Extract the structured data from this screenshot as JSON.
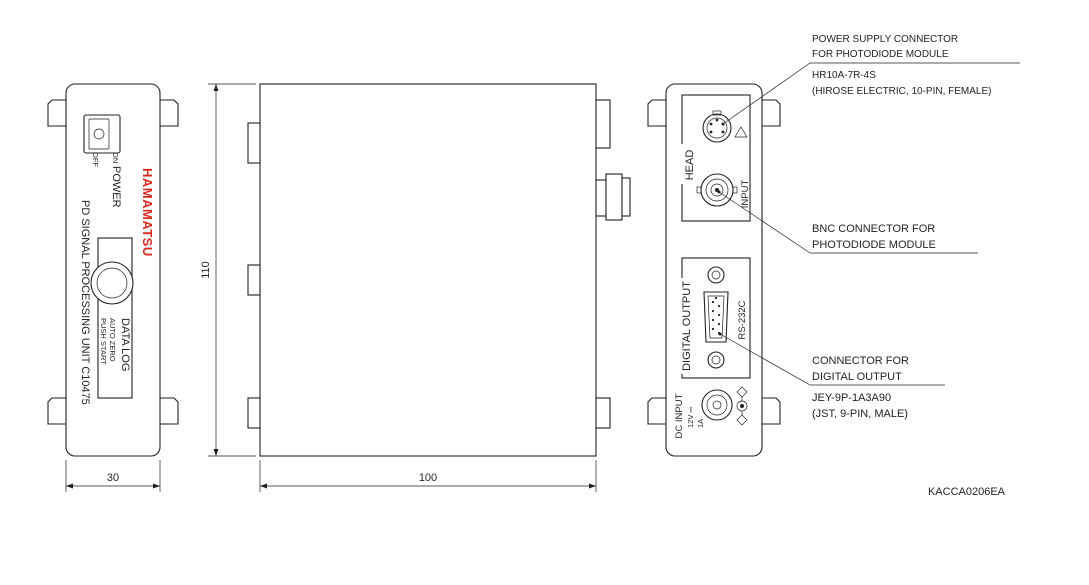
{
  "front_panel": {
    "power_on": "ON",
    "power_label": "POWER",
    "power_off": "OFF",
    "brand": "HAMAMATSU",
    "product_name": "PD SIGNAL PROCESSING UNIT C10475",
    "data_log": "DATA LOG",
    "auto_zero": "AUTO ZERO",
    "push_start": "PUSH START"
  },
  "rear_panel": {
    "head_label": "HEAD",
    "input_label": "INPUT",
    "digital_output_label": "DIGITAL OUTPUT",
    "rs232c_label": "RS-232C",
    "dc_input_label": "DC INPUT",
    "dc_voltage": "12V ⎓",
    "dc_current": "1A"
  },
  "dimensions": {
    "width_front": "30",
    "depth_side": "100",
    "height_side": "110"
  },
  "callouts": {
    "power_supply_line1": "POWER SUPPLY CONNECTOR",
    "power_supply_line2": "FOR PHOTODIODE MODULE",
    "power_supply_part": "HR10A-7R-4S",
    "power_supply_note": "(HIROSE ELECTRIC, 10-PIN, FEMALE)",
    "bnc_line1": "BNC CONNECTOR FOR",
    "bnc_line2": "PHOTODIODE MODULE",
    "digital_line1": "CONNECTOR FOR",
    "digital_line2": "DIGITAL OUTPUT",
    "digital_part": "JEY-9P-1A3A90",
    "digital_note": "(JST, 9-PIN, MALE)"
  },
  "drawing_code": "KACCA0206EA"
}
